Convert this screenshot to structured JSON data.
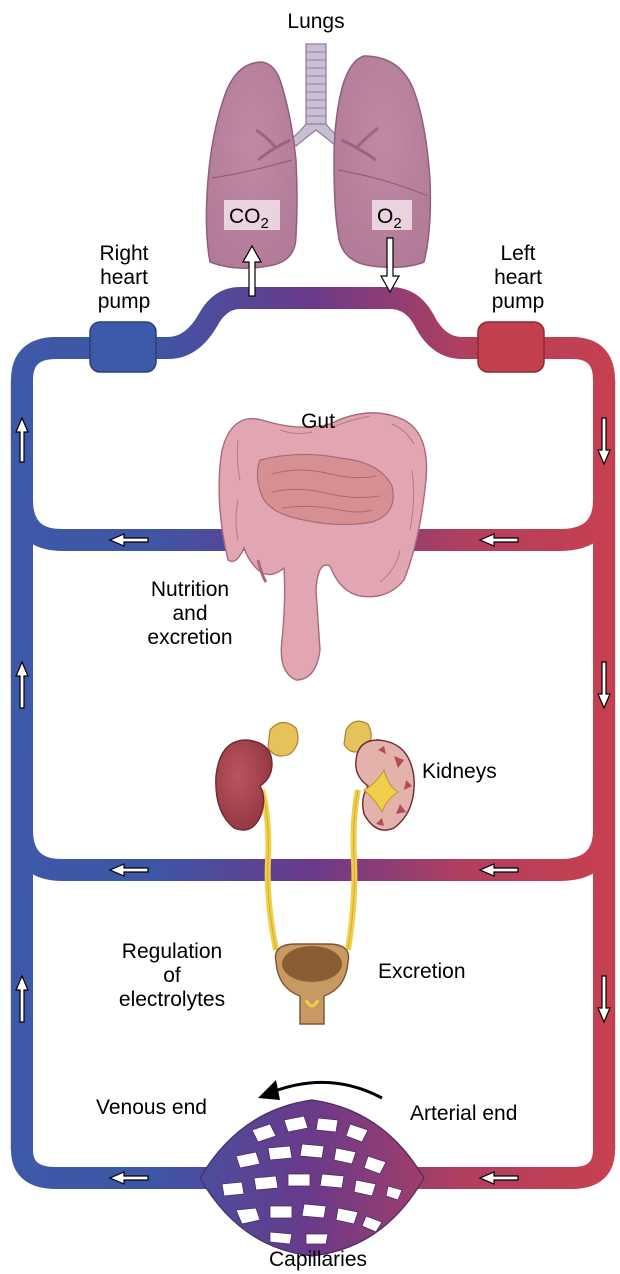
{
  "labels": {
    "lungs": "Lungs",
    "co2_main": "CO",
    "co2_sub": "2",
    "o2_main": "O",
    "o2_sub": "2",
    "right_heart": [
      "Right",
      "heart",
      "pump"
    ],
    "left_heart": [
      "Left",
      "heart",
      "pump"
    ],
    "gut": "Gut",
    "nutrition": [
      "Nutrition",
      "and",
      "excretion"
    ],
    "kidneys": "Kidneys",
    "regulation": [
      "Regulation",
      "of",
      "electrolytes"
    ],
    "excretion": "Excretion",
    "venous_end": "Venous end",
    "arterial_end": "Arterial end",
    "capillaries": "Capillaries"
  },
  "colors": {
    "venous": "#3d5aa8",
    "mixed": "#6a3a8a",
    "arterial": "#c7404f",
    "organ_pink": "#c99ab0",
    "gut_pink": "#e2a6b2",
    "kidney": "#a8454e",
    "adrenal": "#e6c35a",
    "ureter": "#f2cf4a",
    "bladder": "#b08050"
  }
}
